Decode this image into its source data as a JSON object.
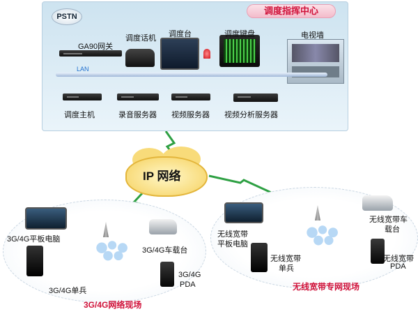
{
  "colors": {
    "accent": "#d0123a",
    "lan": "#1f6fcf",
    "link_green": "#2ea043"
  },
  "center": {
    "title": "调度指挥中心",
    "pstn": "PSTN",
    "gateway": "GA90网关",
    "phone": "调度话机",
    "console": "调度台",
    "keyboard": "调度键盘",
    "tvwall": "电视墙",
    "lan": "LAN",
    "host": "调度主机",
    "recorder": "录音服务器",
    "video_server": "视频服务器",
    "analytics_server": "视频分析服务器"
  },
  "network": {
    "cloud_label": "IP 网络"
  },
  "left_site": {
    "title": "3G/4G网络现场",
    "tablet": "3G/4G平板电脑",
    "vehicle": "3G/4G车载台",
    "soldier": "3G/4G单兵",
    "pda_line1": "3G/4G",
    "pda_line2": "PDA"
  },
  "right_site": {
    "title": "无线宽带专网现场",
    "tablet_line1": "无线宽带",
    "tablet_line2": "平板电脑",
    "vehicle_line1": "无线宽带车",
    "vehicle_line2": "载台",
    "soldier_line1": "无线宽带",
    "soldier_line2": "单兵",
    "pda_line1": "无线宽带",
    "pda_line2": "PDA"
  }
}
